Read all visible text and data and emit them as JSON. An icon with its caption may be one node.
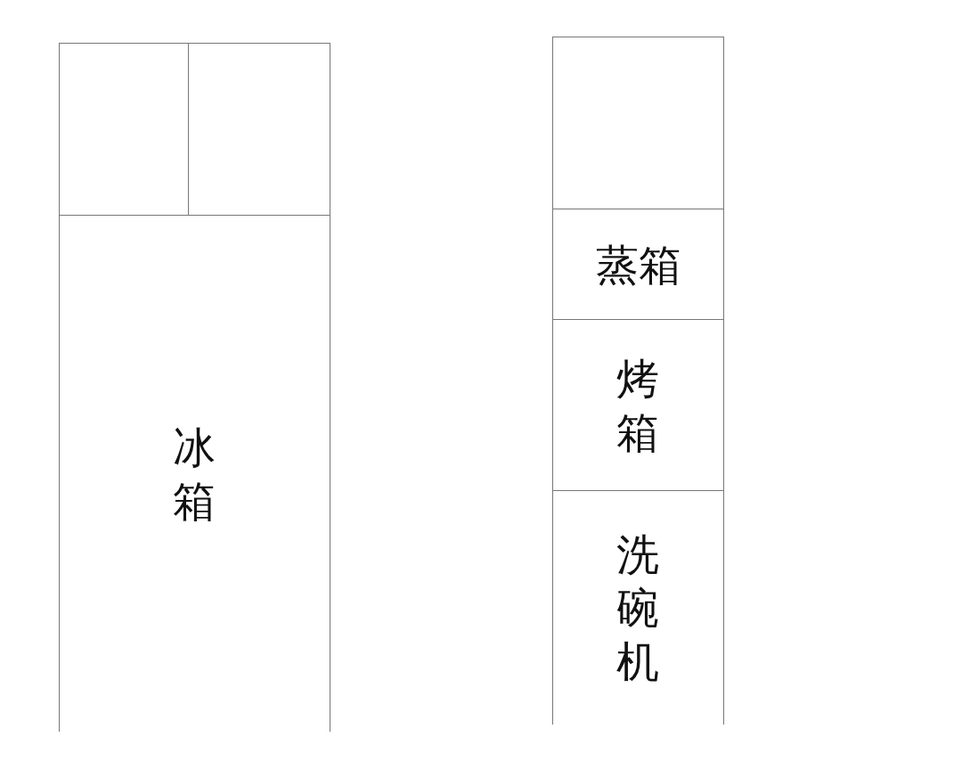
{
  "diagram": {
    "nodes": [
      {
        "text": [],
        "shape": "box"
      },
      {
        "text": [],
        "shape": "box"
      },
      {
        "text": [
          "冰箱"
        ]
      },
      {
        "text": [],
        "shape": "box"
      },
      {
        "text": [
          "蒸箱"
        ]
      },
      {
        "text": [
          "烤箱"
        ]
      },
      {
        "text": [
          "洗碗机"
        ]
      }
    ]
  }
}
